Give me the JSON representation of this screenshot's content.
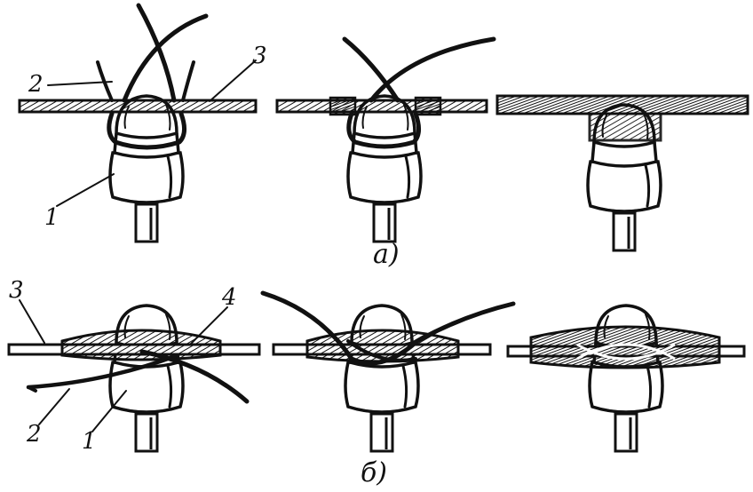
{
  "captions": {
    "row_a": "a)",
    "row_b": "б)"
  },
  "callouts_a": {
    "insulator": "1",
    "tie_wire": "2",
    "conductor": "3"
  },
  "callouts_b": {
    "insulator": "1",
    "tie_wire": "2",
    "conductor": "3",
    "wrap": "4"
  },
  "colors": {
    "ink": "#111111",
    "paper": "#ffffff"
  }
}
